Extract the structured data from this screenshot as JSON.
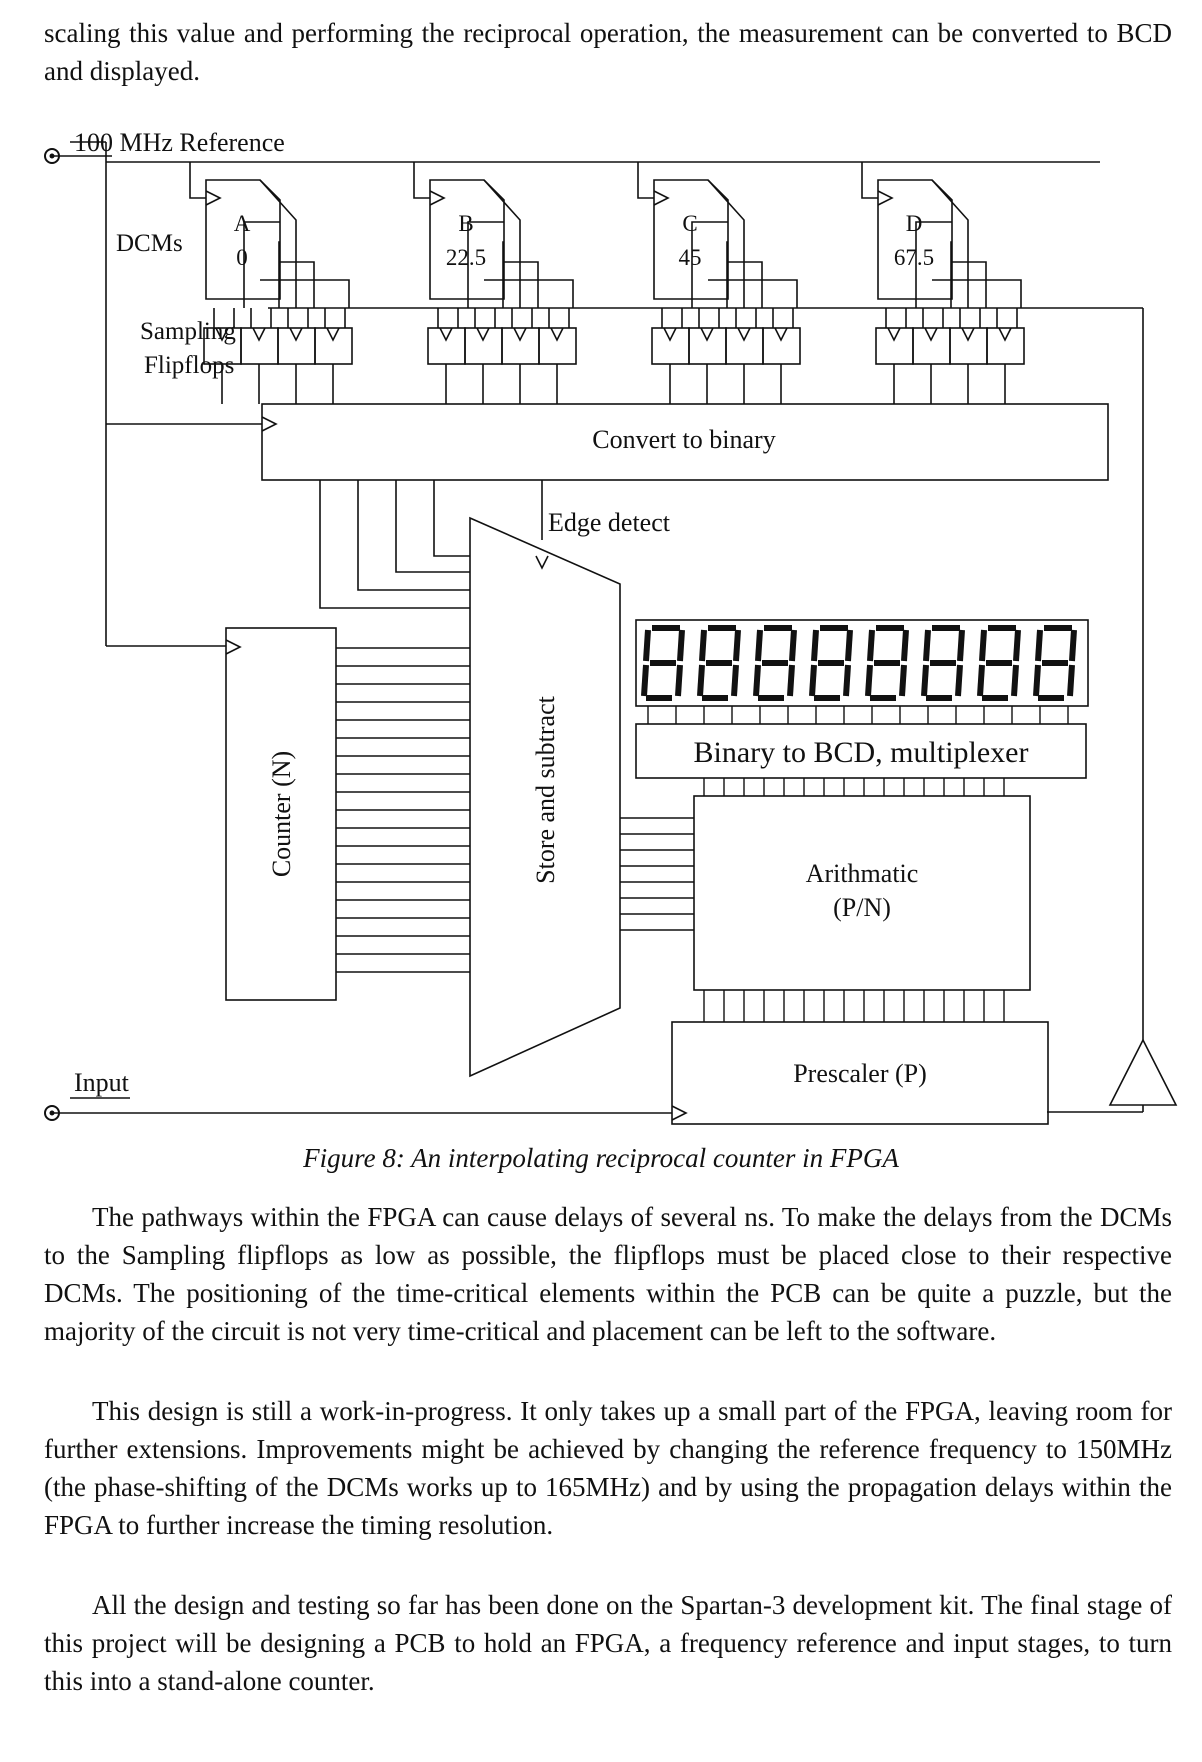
{
  "intro_text": "scaling this value and performing the reciprocal operation, the measurement can be converted to BCD and displayed.",
  "figure": {
    "ref_label": "100 MHz Reference",
    "dcms_label": "DCMs",
    "dcms": [
      {
        "name": "A",
        "phase": "0"
      },
      {
        "name": "B",
        "phase": "22.5"
      },
      {
        "name": "C",
        "phase": "45"
      },
      {
        "name": "D",
        "phase": "67.5"
      }
    ],
    "sampling_label_1": "Sampling",
    "sampling_label_2": "Flipflops",
    "convert_label": "Convert to binary",
    "edge_label": "Edge detect",
    "counter_label": "Counter (N)",
    "store_label": "Store and subtract",
    "bcd_label": "Binary to BCD, multiplexer",
    "arith_label_1": "Arithmatic",
    "arith_label_2": "(P/N)",
    "prescaler_label": "Prescaler (P)",
    "input_label": "Input",
    "display_digits": 8,
    "caption": "Figure 8: An interpolating reciprocal counter in FPGA"
  },
  "body": {
    "p1": "The pathways within the FPGA can cause delays of several ns. To make the delays from the DCMs to the Sampling flipflops as low as possible, the flipflops must be placed close to their respective DCMs. The positioning of the time-critical elements within the PCB can be quite a puzzle, but the majority of the circuit is not very time-critical and placement can be left to the software.",
    "p2": "This design is still a work-in-progress. It only takes up a small part of the FPGA, leaving room for further extensions. Improvements might be achieved by changing the reference frequency to 150MHz (the phase-shifting of the DCMs works up to 165MHz) and by using the propagation delays within the FPGA to further increase the timing resolution.",
    "p3": "All the design and testing so far has been done on the Spartan-3 development kit. The final stage of this project will be designing a PCB to hold an FPGA, a frequency reference and input stages, to turn this into a stand-alone counter."
  }
}
